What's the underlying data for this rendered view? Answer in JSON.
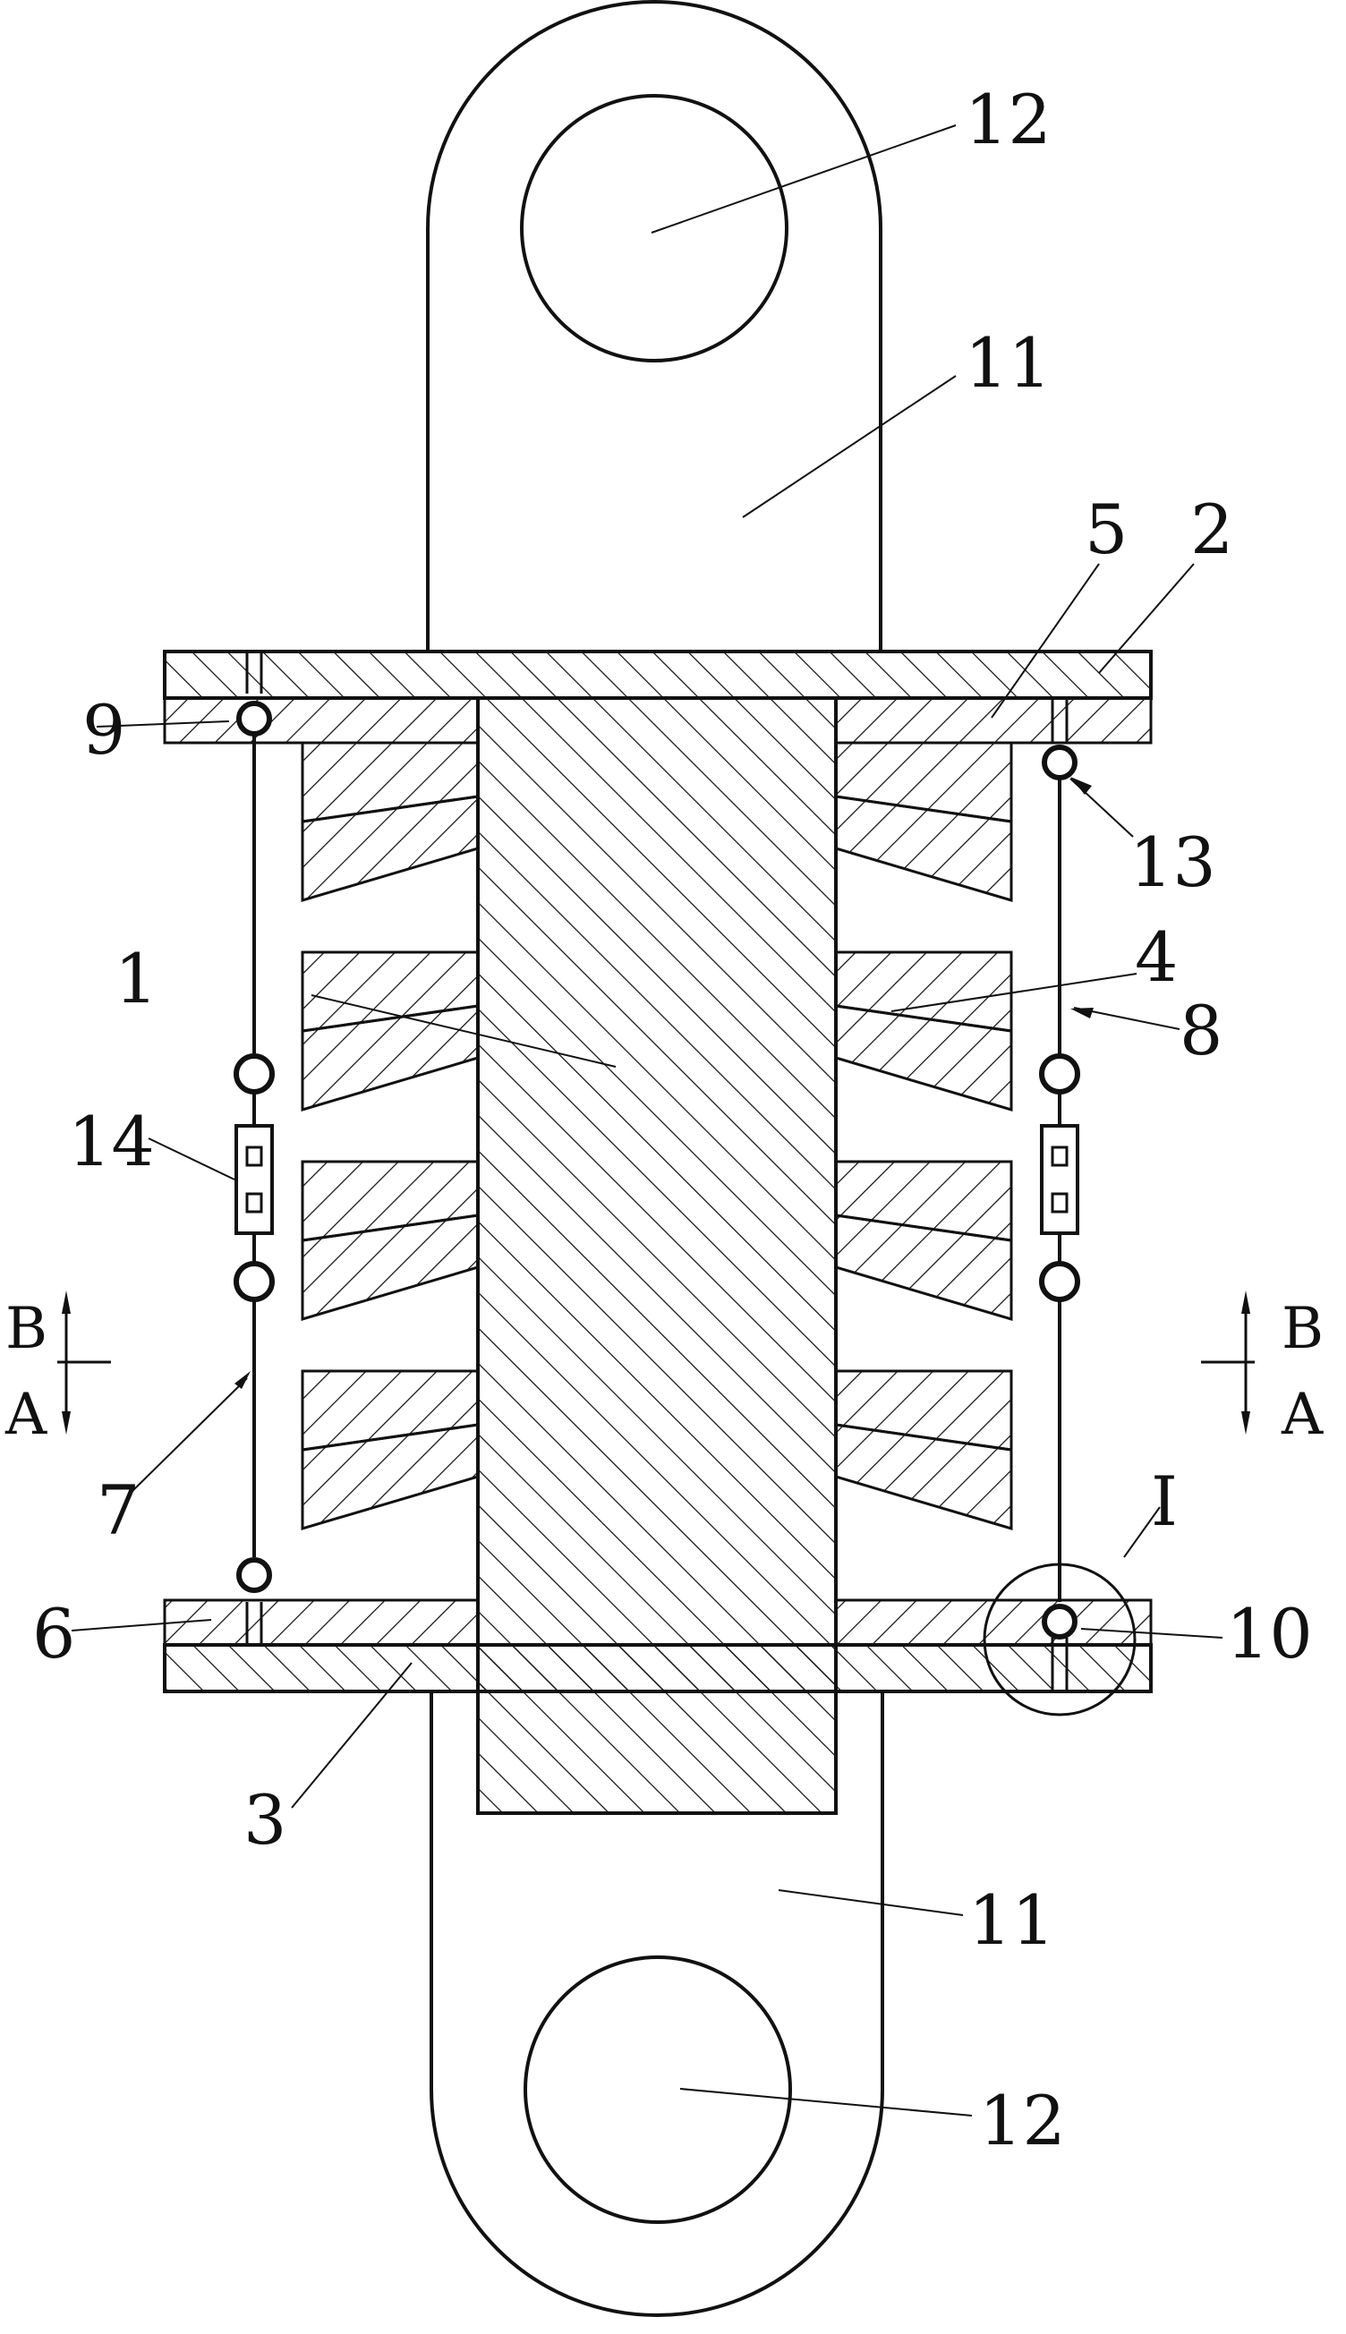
{
  "labels": {
    "l1": "1",
    "l2": "2",
    "l3": "3",
    "l4": "4",
    "l5": "5",
    "l6": "6",
    "l7": "7",
    "l8": "8",
    "l9": "9",
    "l10": "10",
    "l11_top": "11",
    "l11_bottom": "11",
    "l12_top": "12",
    "l12_bottom": "12",
    "l13": "13",
    "l14": "14",
    "detail": "I"
  },
  "section": {
    "left_top": "B",
    "left_bottom": "A",
    "right_top": "B",
    "right_bottom": "A"
  }
}
